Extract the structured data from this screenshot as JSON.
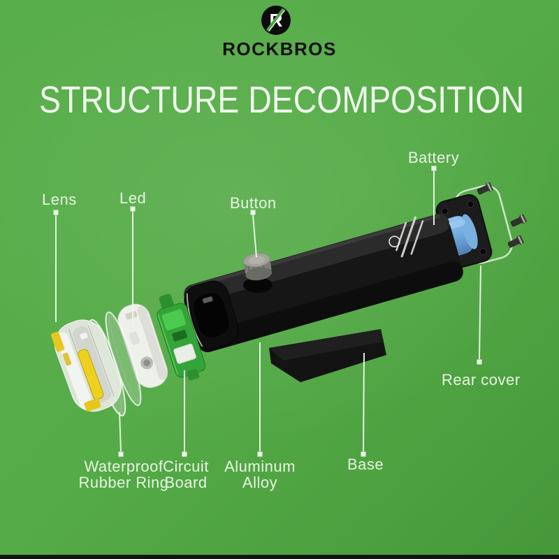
{
  "header": {
    "logo_letter": "R",
    "brand": "ROCKBROS",
    "title": "STRUCTURE DECOMPOSITION"
  },
  "part_labels": {
    "lens": "Lens",
    "led": "Led",
    "button": "Button",
    "battery": "Battery",
    "rear_cover": "Rear cover",
    "waterproof_rubber_ring": {
      "line1": "Waterproof",
      "line2": "Rubber Ring"
    },
    "circuit_board": {
      "line1": "Circuit",
      "line2": "Board"
    },
    "aluminum_alloy": {
      "line1": "Aluminum",
      "line2": "Alloy"
    },
    "base": "Base"
  },
  "colors": {
    "background_green": "#55ab47",
    "label_text": "#e8f4e3",
    "title_text": "#eff9ec",
    "brand_text": "#101010",
    "device_black": "#161616",
    "battery_blue": "#6fa9dd",
    "pcb_green": "#33a437",
    "lens_yellow": "#e6c71c"
  }
}
